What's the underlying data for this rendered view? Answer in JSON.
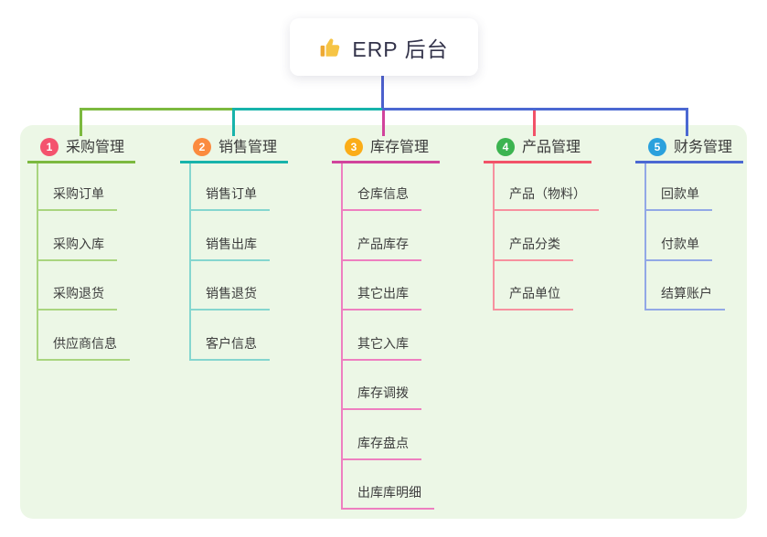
{
  "root": {
    "icon": "thumbs-up-icon",
    "label": "ERP 后台"
  },
  "colors": {
    "canvas_bg": "#ffffff",
    "panel_bg": "#ecf7e6",
    "root_stem": "#4c60cd",
    "root_text": "#33334a",
    "text": "#3a3a3a"
  },
  "branches": [
    {
      "num": "1",
      "label": "采购管理",
      "badge_color": "#f4536e",
      "line_color": "#7cb93f",
      "child_line_color": "#a9d57f",
      "children": [
        "采购订单",
        "采购入库",
        "采购退货",
        "供应商信息"
      ]
    },
    {
      "num": "2",
      "label": "销售管理",
      "badge_color": "#fb8b3f",
      "line_color": "#17b3ab",
      "child_line_color": "#85d6cf",
      "children": [
        "销售订单",
        "销售出库",
        "销售退货",
        "客户信息"
      ]
    },
    {
      "num": "3",
      "label": "库存管理",
      "badge_color": "#fbad18",
      "line_color": "#d1439c",
      "child_line_color": "#ee7fc0",
      "children": [
        "仓库信息",
        "产品库存",
        "其它出库",
        "其它入库",
        "库存调拨",
        "库存盘点",
        "出库库明细"
      ]
    },
    {
      "num": "4",
      "label": "产品管理",
      "badge_color": "#3cb450",
      "line_color": "#f25268",
      "child_line_color": "#f7919f",
      "children": [
        "产品（物料）",
        "产品分类",
        "产品单位"
      ]
    },
    {
      "num": "5",
      "label": "财务管理",
      "badge_color": "#2ba1dd",
      "line_color": "#4b68d2",
      "child_line_color": "#92a8e6",
      "children": [
        "回款单",
        "付款单",
        "结算账户"
      ]
    }
  ]
}
